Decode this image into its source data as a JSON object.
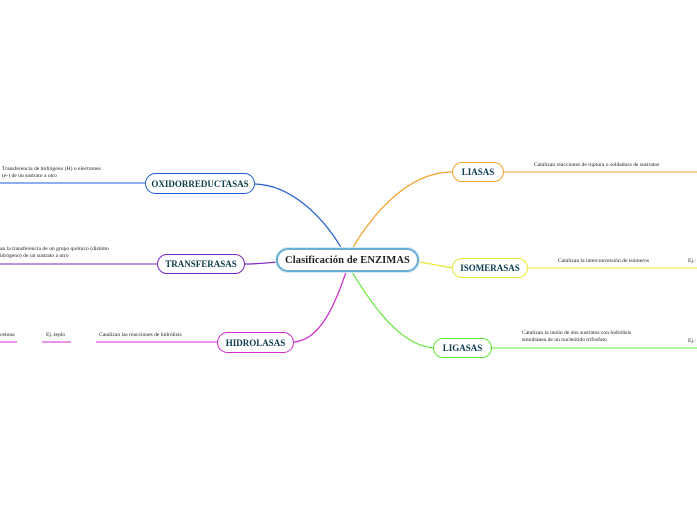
{
  "root": {
    "label": "Clasificación de ENZIMAS"
  },
  "branches": {
    "oxidorreductasas": {
      "label": "OXIDORREDUCTASAS",
      "desc_line1": "Transferencia de hidrógeno (H) o electrones",
      "desc_line2": "(e-) de un sustrato a otro"
    },
    "transferasas": {
      "label": "TRANSFERASAS",
      "desc_line1": "an la transferencia de un grupo químico (distinto",
      "desc_line2": "idrógeno) de un sustrato a otro"
    },
    "hidrolasas": {
      "label": "HIDROLASAS",
      "desc": "Catalizan las reacciones de hidrólisis",
      "example": "Ej.:teplo",
      "sub": "cetona"
    },
    "liasas": {
      "label": "LIASAS",
      "desc": "Catalizan reacciones de ruptura o soldadura de sustratos"
    },
    "isomerasas": {
      "label": "ISOMERASAS",
      "desc": "Catalizan la interconversión de isómeros",
      "example": "Ej.:"
    },
    "ligasas": {
      "label": "LIGASAS",
      "desc_line1": "Catalizan la unión de dos sustratos con hidrólisis",
      "desc_line2": "simultánea de un nucleótido trifosfato",
      "example": "Ej.:"
    }
  },
  "colors": {
    "root_border": "#6aaed6",
    "oxidorreductasas": "#1f5fd0",
    "transferasas": "#7a25c9",
    "hidrolasas": "#d02cd0",
    "liasas": "#f5a12a",
    "isomerasas": "#e6e833",
    "ligasas": "#5ee838"
  }
}
